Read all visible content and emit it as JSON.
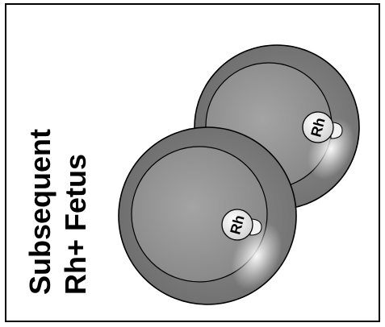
{
  "title": {
    "line1": "Subsequent",
    "line2": "Rh+ Fetus"
  },
  "cells": [
    {
      "antigen_label": "Rh"
    },
    {
      "antigen_label": "Rh"
    }
  ],
  "colors": {
    "cell_outer": "#7a7a7a",
    "cell_inner": "#9a9a9a",
    "outline": "#000000",
    "antigen_fill": "#e6e6e6"
  }
}
